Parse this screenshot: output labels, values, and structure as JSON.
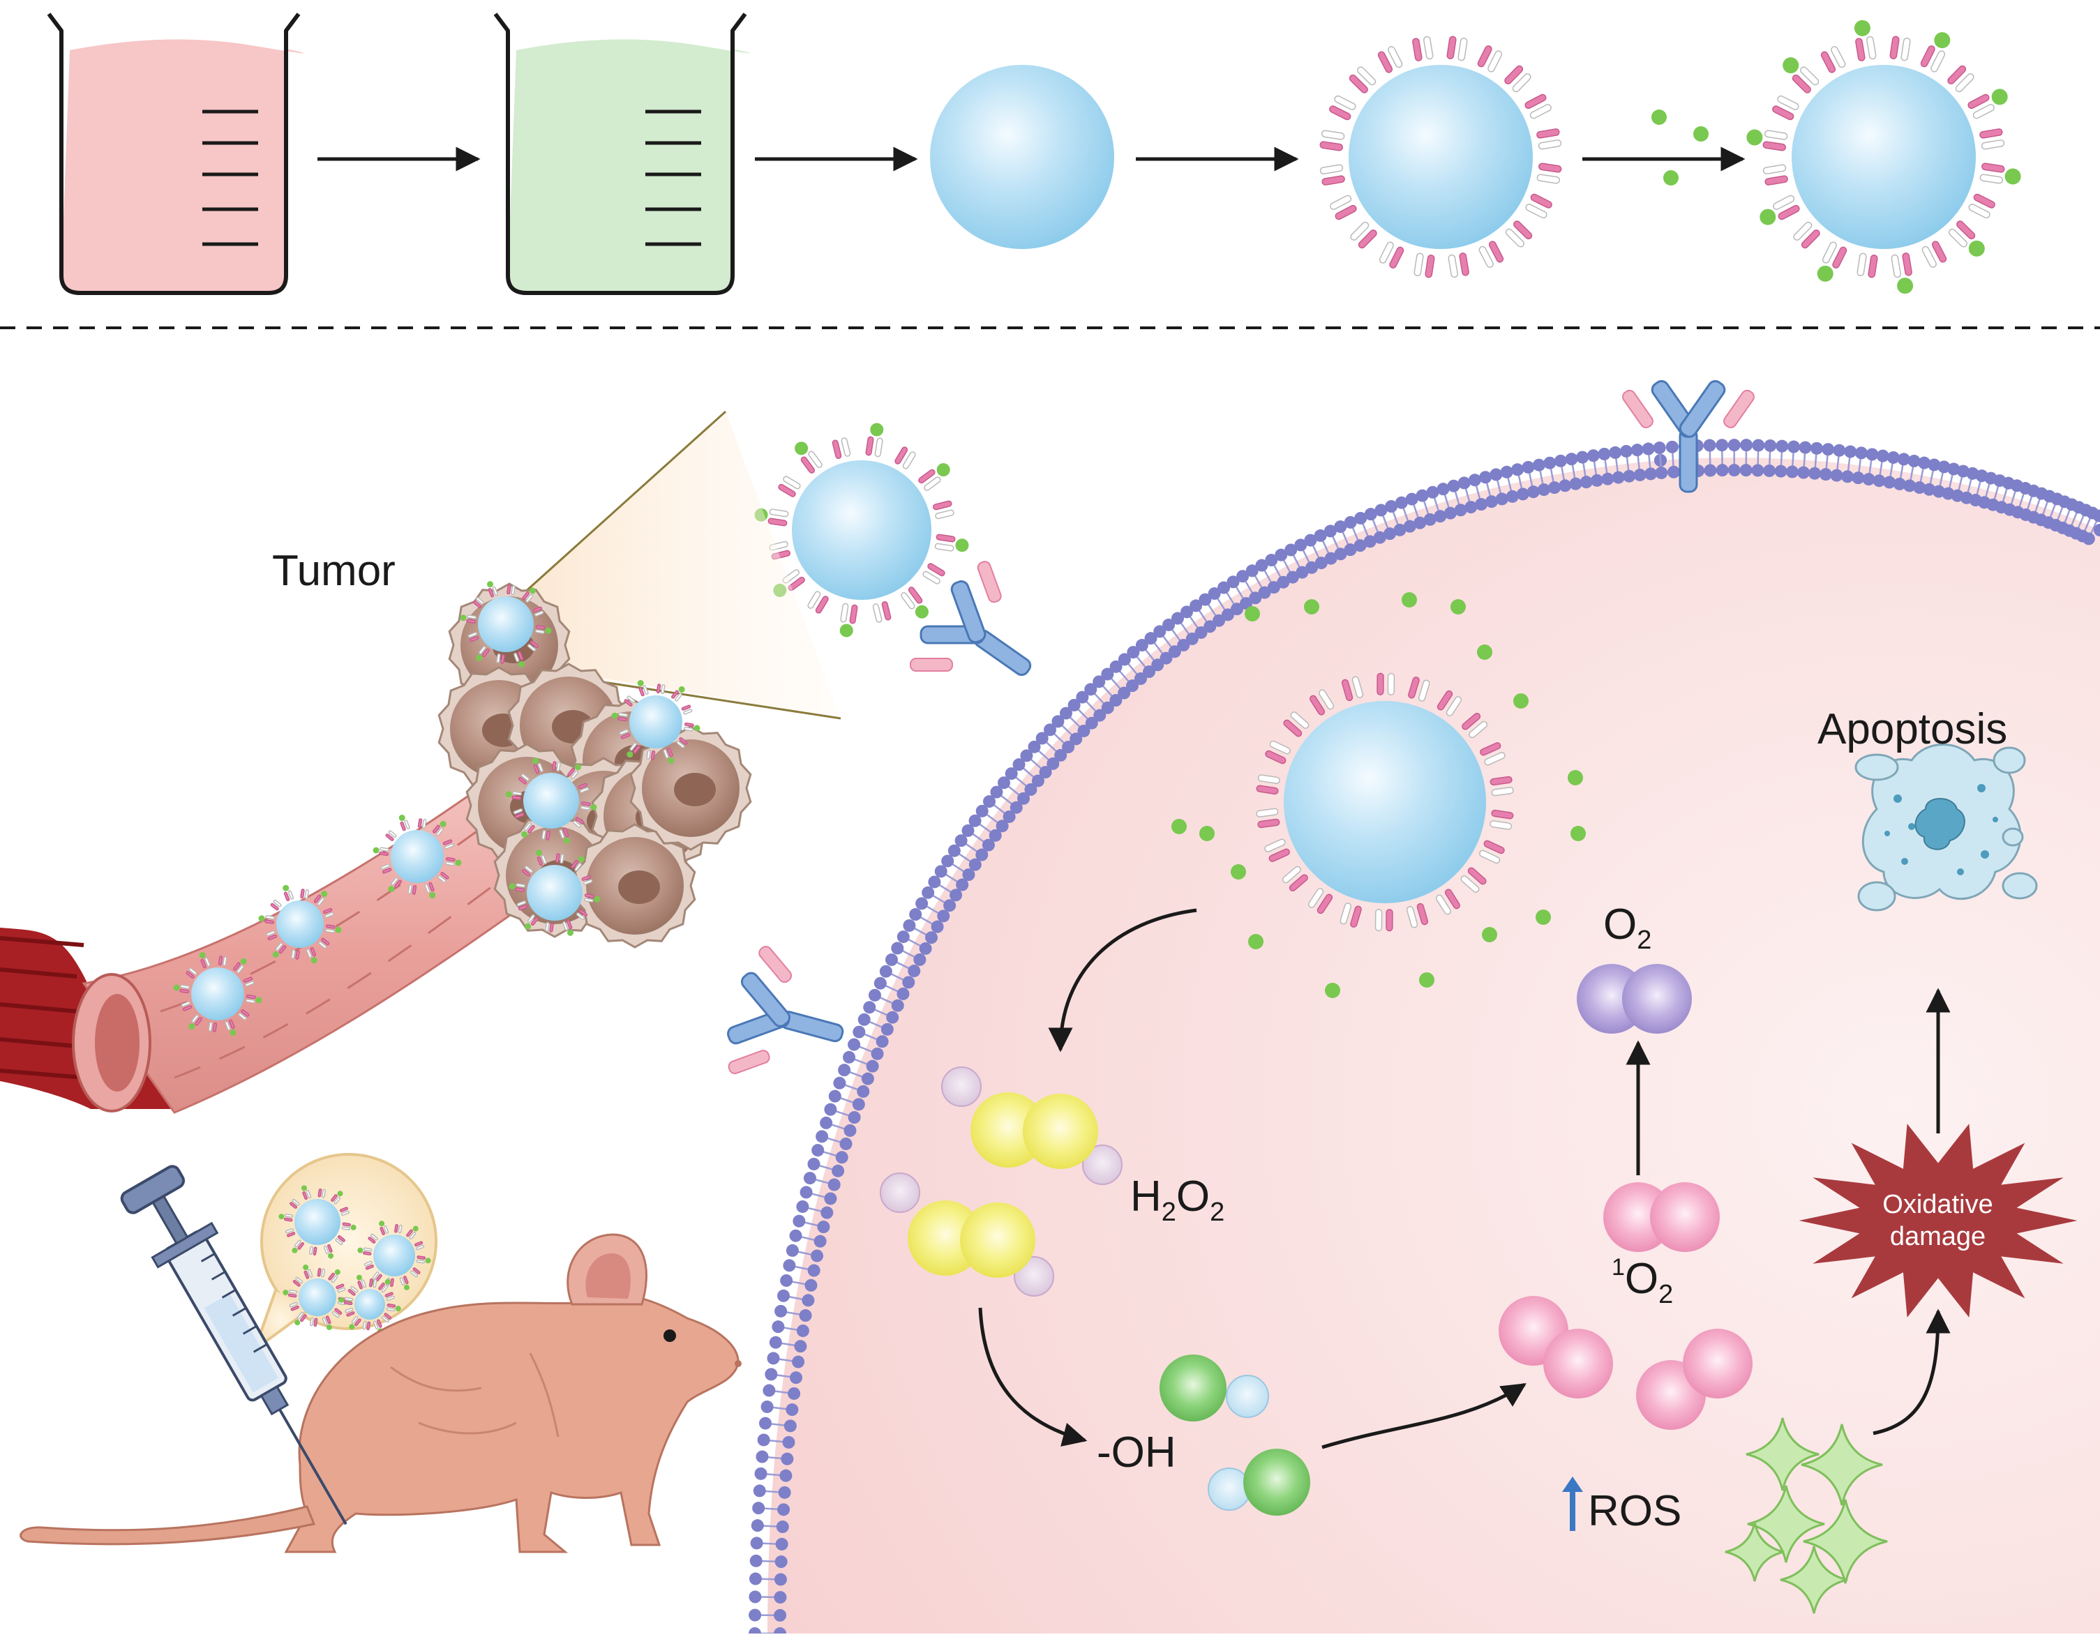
{
  "labels": {
    "tumor": "Tumor",
    "apoptosis": "Apoptosis",
    "o2": {
      "base": "O",
      "sub": "2"
    },
    "h2o2": {
      "a": "H",
      "s1": "2",
      "b": "O",
      "s2": "2"
    },
    "singlet_oxygen": {
      "sup": "1",
      "base": "O",
      "sub": "2"
    },
    "hydroxyl": "-OH",
    "ros": "ROS",
    "oxidative_damage": {
      "line1": "Oxidative",
      "line2": "damage"
    }
  },
  "colors": {
    "pink_solution": "#f7c6c6",
    "green_solution": "#d3ebcf",
    "nanoparticle": "#a8d8f0",
    "peptide": "#e67fae",
    "green_dot": "#79c84f",
    "cell_membrane": "#7d7fc8",
    "cytoplasm": "#fbe3e3",
    "hydrogen_peroxide": "#f2ef5c",
    "hydroxyl_radical": "#7fcf6a",
    "singlet_oxygen": "#f4a3c4",
    "oxygen": "#a898d6",
    "oxidative_damage": "#a83a3e",
    "ros_crystals": "#c2e7a6",
    "antibody": "#8fb4e2",
    "vessel": "#e8a6a2"
  }
}
